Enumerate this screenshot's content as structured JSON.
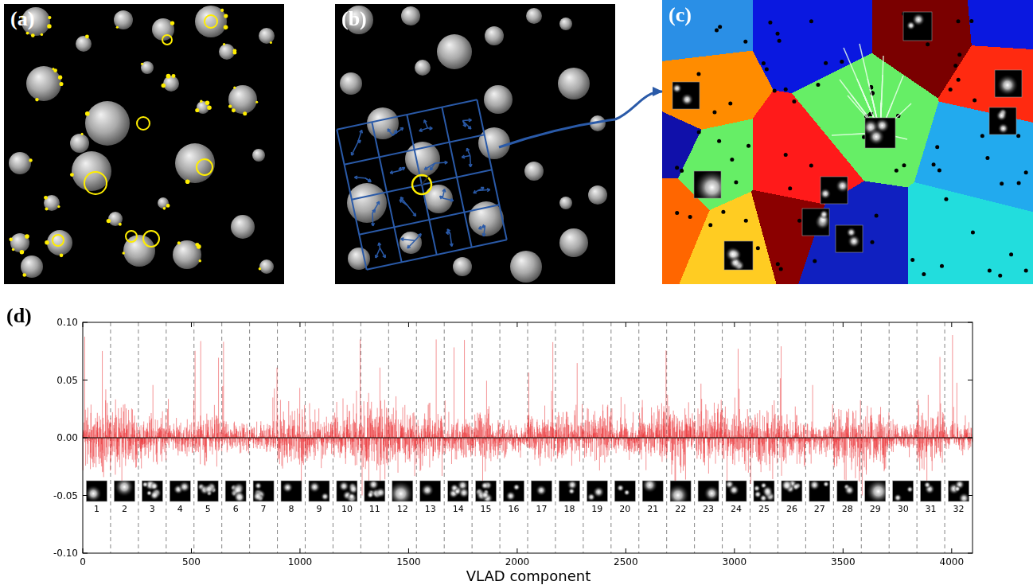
{
  "diagram": {
    "nodes": [
      {
        "text": [
          "(a)"
        ]
      },
      {
        "text": [
          "(b)"
        ]
      },
      {
        "text": [
          "(c)"
        ]
      },
      {
        "text": [
          "(d)"
        ]
      }
    ],
    "edges": [
      {
        "from": 1,
        "to": 2,
        "arrow": "to"
      }
    ],
    "labels": [
      "0.10",
      "0.05",
      "0.00",
      "-0.05",
      "-0.10",
      "0",
      "500",
      "1000",
      "1500",
      "2000",
      "2500",
      "3000",
      "3500",
      "4000",
      "VLAD component",
      "1",
      "2",
      "3",
      "4",
      "5",
      "6",
      "7",
      "8",
      "9",
      "10",
      "11",
      "12",
      "13",
      "14",
      "15",
      "16",
      "17",
      "18",
      "19",
      "20",
      "21",
      "22",
      "23",
      "24",
      "25",
      "26",
      "27",
      "28",
      "29",
      "30",
      "31",
      "32"
    ]
  }
}
